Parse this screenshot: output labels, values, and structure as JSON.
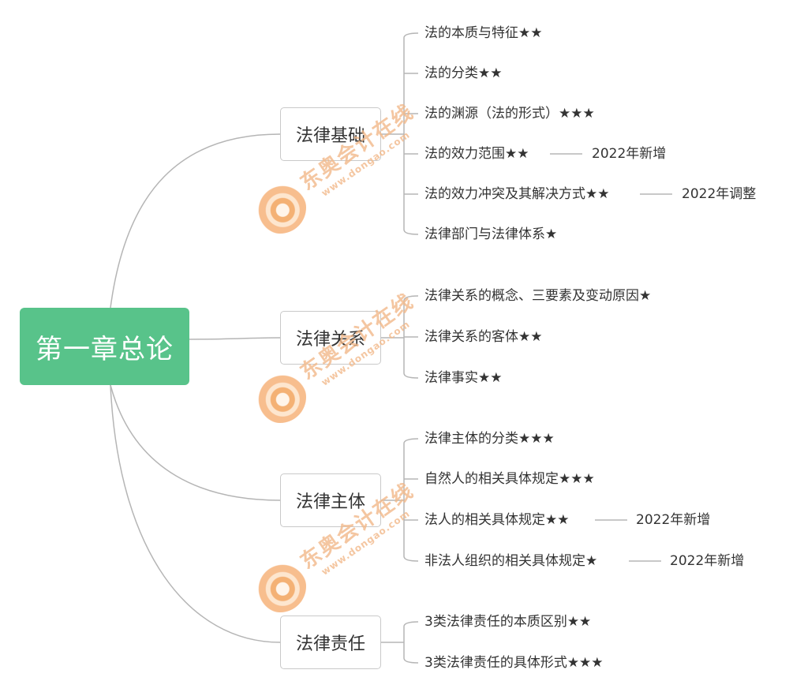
{
  "root": {
    "label": "第一章总论"
  },
  "branches": [
    {
      "label": "法律基础",
      "items": [
        {
          "text": "法的本质与特征★★"
        },
        {
          "text": "法的分类★★"
        },
        {
          "text": "法的渊源（法的形式）★★★"
        },
        {
          "text": "法的效力范围★★",
          "note": "2022年新增"
        },
        {
          "text": "法的效力冲突及其解决方式★★",
          "note": "2022年调整"
        },
        {
          "text": "法律部门与法律体系★"
        }
      ]
    },
    {
      "label": "法律关系",
      "items": [
        {
          "text": "法律关系的概念、三要素及变动原因★"
        },
        {
          "text": "法律关系的客体★★"
        },
        {
          "text": "法律事实★★"
        }
      ]
    },
    {
      "label": "法律主体",
      "items": [
        {
          "text": "法律主体的分类★★★"
        },
        {
          "text": "自然人的相关具体规定★★★"
        },
        {
          "text": "法人的相关具体规定★★",
          "note": "2022年新增"
        },
        {
          "text": "非法人组织的相关具体规定★",
          "note": "2022年新增"
        }
      ]
    },
    {
      "label": "法律责任",
      "items": [
        {
          "text": "3类法律责任的本质区别★★"
        },
        {
          "text": "3类法律责任的具体形式★★★"
        }
      ]
    }
  ],
  "watermark": {
    "brand": "东奥会计在线",
    "url": "www.dongao.com"
  },
  "colors": {
    "root": "#58c38a",
    "line": "#b5b5b5",
    "border": "#c9c9c9",
    "watermark": "#f2a35c"
  }
}
